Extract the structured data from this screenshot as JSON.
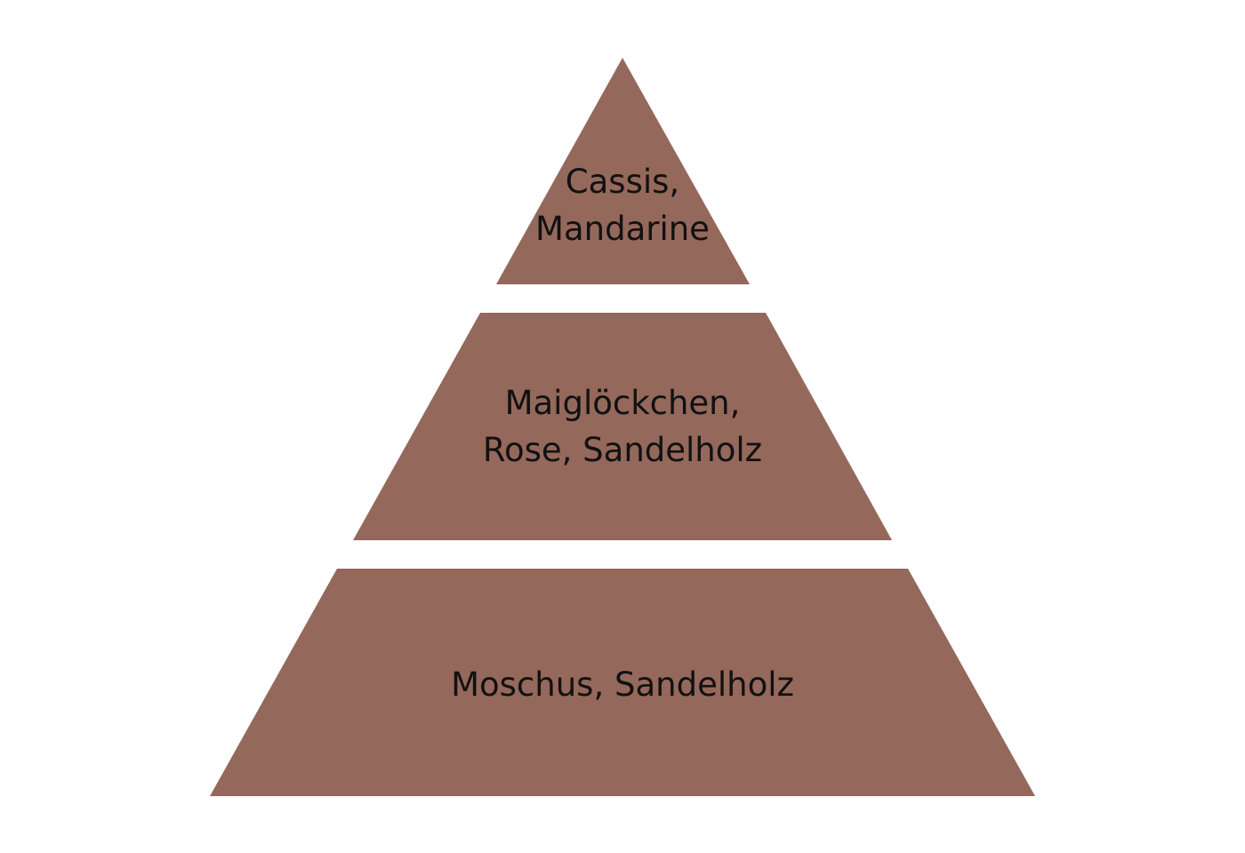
{
  "colors": {
    "background": "#ffffff",
    "tier_fill": "#94685b",
    "text": "#111111"
  },
  "pyramid": {
    "tiers": [
      {
        "lines": [
          "Cassis,",
          "Mandarine"
        ]
      },
      {
        "lines": [
          "Maiglöckchen,",
          "Rose, Sandelholz"
        ]
      },
      {
        "lines": [
          "Moschus, Sandelholz"
        ]
      }
    ]
  }
}
